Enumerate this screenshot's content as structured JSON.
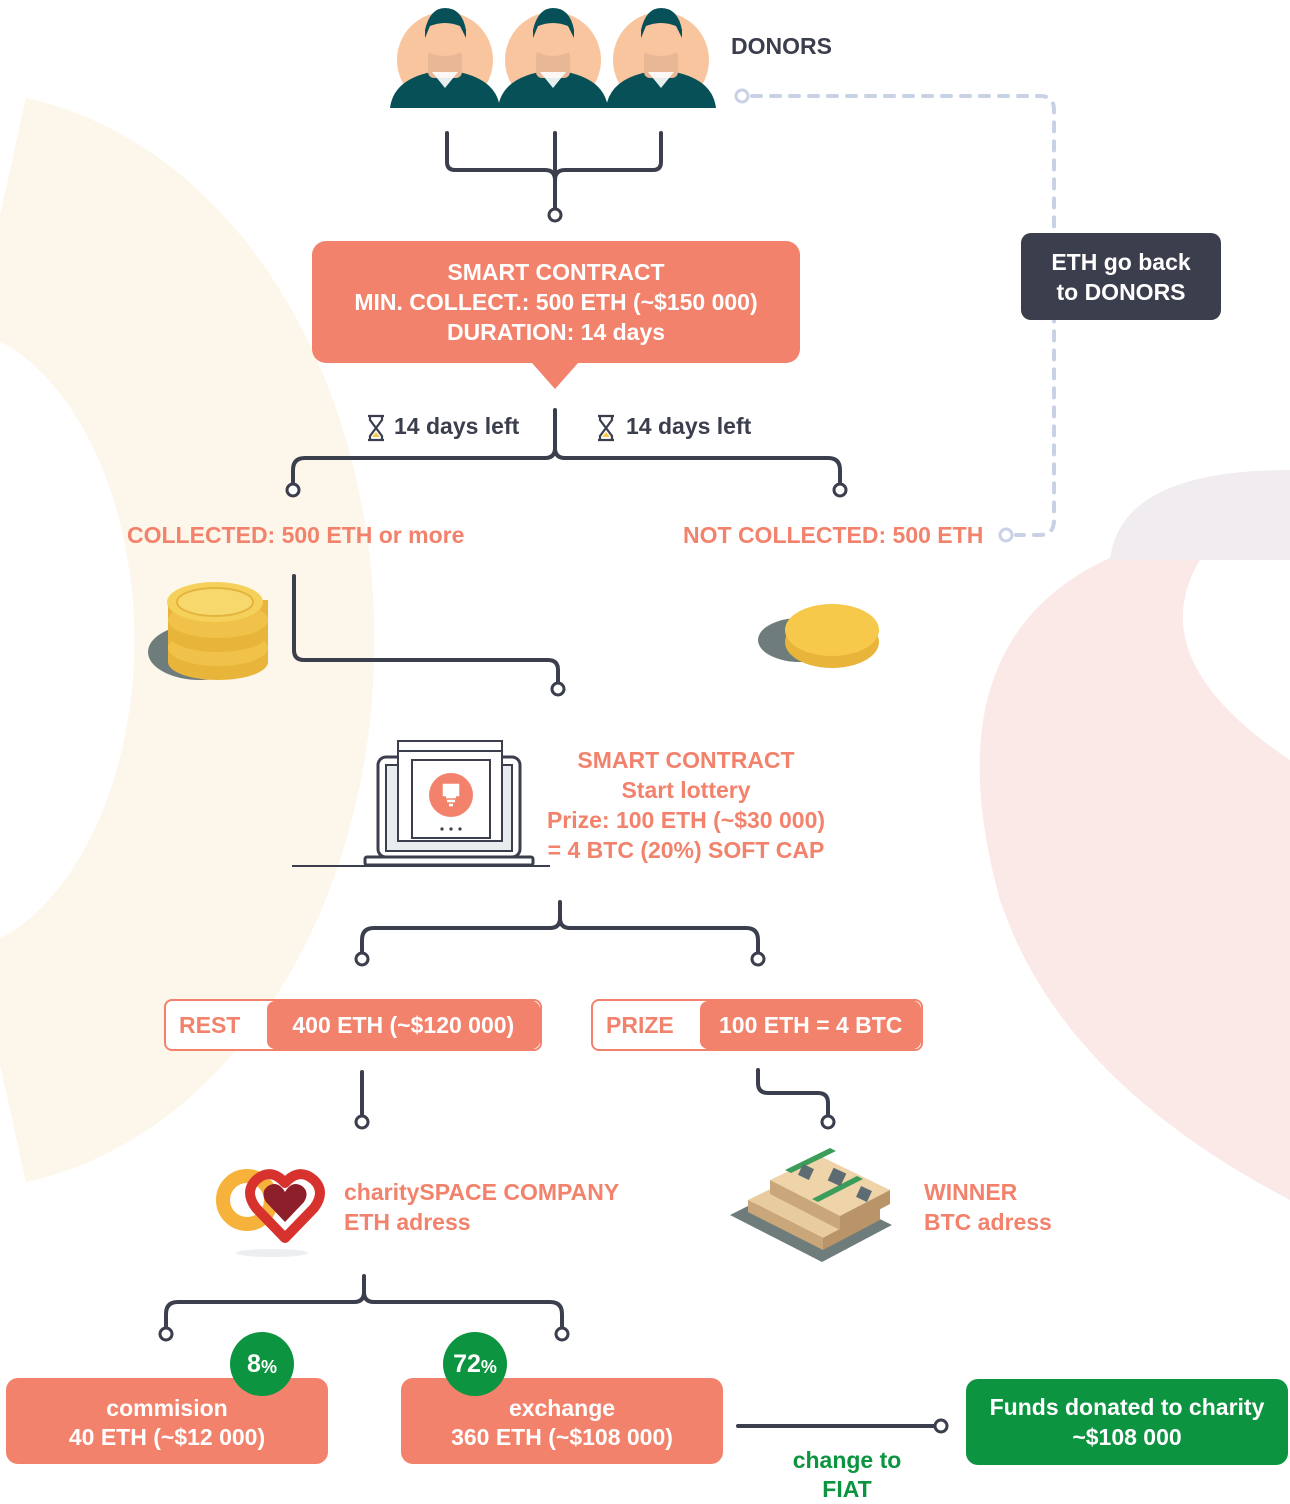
{
  "donors": {
    "label": "DONORS"
  },
  "smart_contract_1": {
    "line1": "SMART CONTRACT",
    "line2": "MIN. COLLECT.: 500 ETH (~$150 000)",
    "line3": "DURATION: 14 days"
  },
  "eth_back": {
    "line1": "ETH go back",
    "line2": "to DONORS"
  },
  "timer_left": {
    "text": "14 days left"
  },
  "timer_right": {
    "text": "14 days left"
  },
  "collected": {
    "text": "COLLECTED: 500 ETH or more"
  },
  "not_collected": {
    "text": "NOT COLLECTED: 500 ETH"
  },
  "smart_contract_2": {
    "line1": "SMART CONTRACT",
    "line2": "Start lottery",
    "line3": "Prize: 100 ETH (~$30 000)",
    "line4": "= 4 BTC (20%)  SOFT CAP"
  },
  "rest": {
    "label": "REST",
    "value": "400 ETH (~$120 000)"
  },
  "prize": {
    "label": "PRIZE",
    "value": "100 ETH = 4 BTC"
  },
  "charity": {
    "line1": "charitySPACE COMPANY",
    "line2": "ETH adress"
  },
  "winner": {
    "line1": "WINNER",
    "line2": "BTC adress"
  },
  "commission": {
    "percent": "8",
    "unit": "%",
    "line1": "commision",
    "line2": "40 ETH (~$12 000)"
  },
  "exchange": {
    "percent": "72",
    "unit": "%",
    "line1": "exchange",
    "line2": "360 ETH (~$108 000)"
  },
  "fiat": {
    "line1": "change to",
    "line2": "FIAT"
  },
  "funds": {
    "line1": "Funds donated to charity",
    "line2": "~$108 000"
  },
  "colors": {
    "coral": "#f2826c",
    "dark": "#3b3e4c",
    "green": "#0c9440",
    "teal": "#075057",
    "gold": "#f7c94b"
  }
}
